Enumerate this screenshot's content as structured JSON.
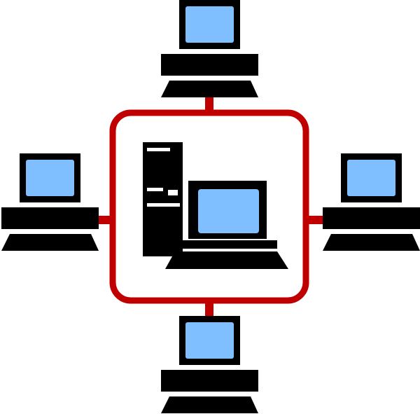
{
  "colors": {
    "background": "#ffffff",
    "hardware": "#000000",
    "screen": "#80bfff",
    "link": "#c00000",
    "tower_detail": "#ffffff",
    "hub_fill": "#ffffff"
  },
  "nodes": [
    {
      "id": "server",
      "role": "server",
      "icon": "server-workstation-icon"
    },
    {
      "id": "client-top",
      "role": "client",
      "icon": "desktop-computer-icon"
    },
    {
      "id": "client-left",
      "role": "client",
      "icon": "desktop-computer-icon"
    },
    {
      "id": "client-right",
      "role": "client",
      "icon": "desktop-computer-icon"
    },
    {
      "id": "client-bottom",
      "role": "client",
      "icon": "desktop-computer-icon"
    }
  ],
  "links": [
    {
      "from": "server",
      "to": "client-top"
    },
    {
      "from": "server",
      "to": "client-left"
    },
    {
      "from": "server",
      "to": "client-right"
    },
    {
      "from": "server",
      "to": "client-bottom"
    }
  ]
}
